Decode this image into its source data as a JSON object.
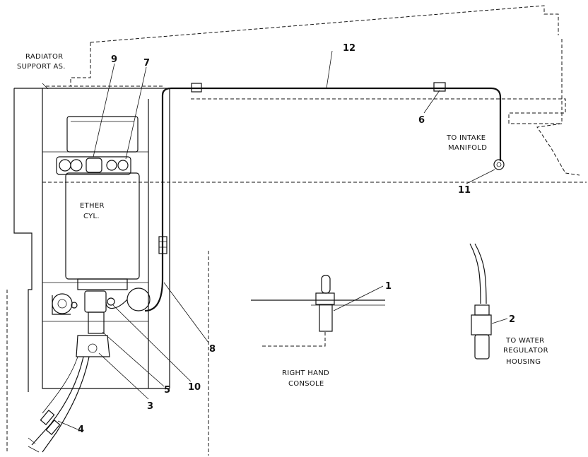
{
  "labels": {
    "radiator": [
      "RADIATOR",
      "SUPPORT AS."
    ],
    "ether": [
      "ETHER",
      "CYL."
    ],
    "intake": [
      "TO INTAKE",
      "MANIFOLD"
    ],
    "console": [
      "RIGHT HAND",
      "CONSOLE"
    ],
    "water": [
      "TO WATER",
      "REGULATOR",
      "HOUSING"
    ]
  },
  "callouts": [
    "1",
    "2",
    "3",
    "4",
    "5",
    "6",
    "7",
    "8",
    "9",
    "10",
    "11",
    "12"
  ]
}
